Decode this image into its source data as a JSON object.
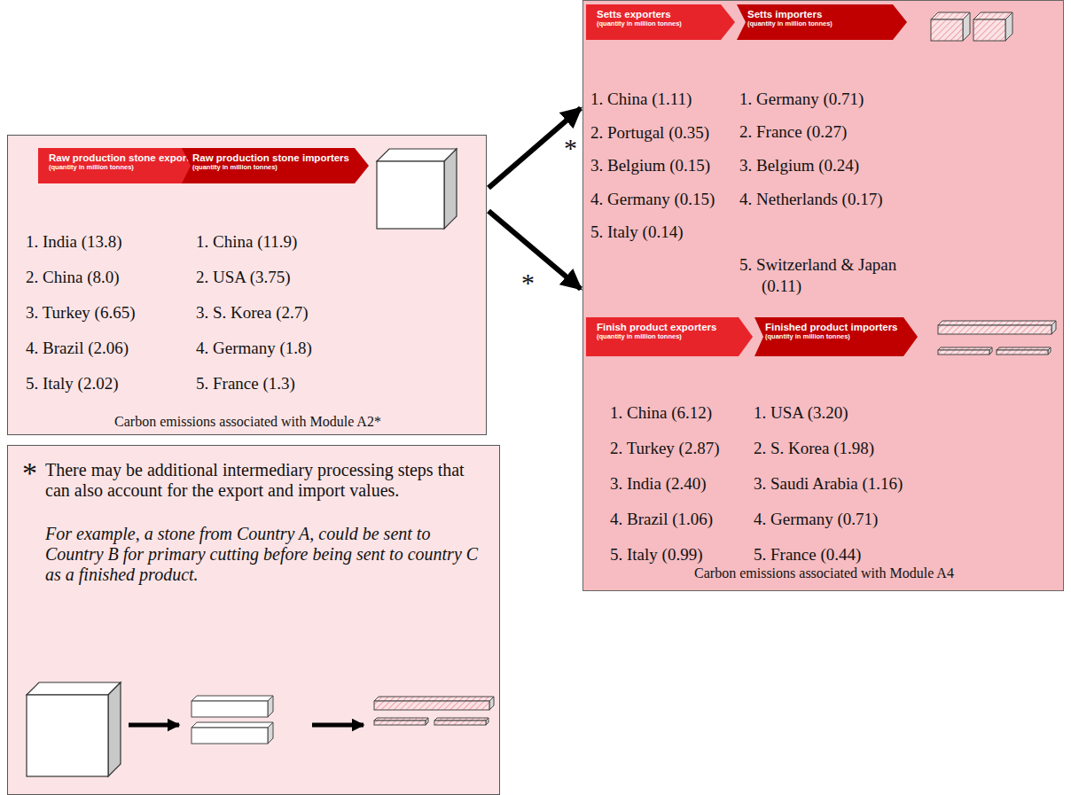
{
  "diagram": {
    "nodes": [
      {
        "text": [
          "1. India (13.8)",
          "2. China (8.0)",
          "3. Turkey (6.65)",
          "4. Brazil (2.06)",
          "5. Italy (2.02)",
          "1. China (11.9)",
          "2. USA (3.75)",
          "3. S. Korea (2.7)",
          "4. Germany (1.8)",
          "5. France (1.3)",
          "Carbon emissions associated with Module A2*"
        ]
      },
      {
        "text": [
          "Raw production stone exporters",
          "(quantity in million tonnes)"
        ],
        "in": 0
      },
      {
        "text": [
          "Raw production stone importers",
          "(quantity in million tonnes)"
        ],
        "in": 0
      },
      {
        "text": [
          "1. China (1.11)",
          "2. Portugal (0.35)",
          "3. Belgium (0.15)",
          "4. Germany (0.15)",
          "5. Italy (0.14)",
          "1. Germany (0.71)",
          "2. France (0.27)",
          "3. Belgium (0.24)",
          "4. Netherlands (0.17)",
          "5. Switzerland & Japan (0.11)",
          "1. China (6.12)",
          "2. Turkey (2.87)",
          "3. India (2.40)",
          "4. Brazil (1.06)",
          "5. Italy (0.99)",
          "1. USA (3.20)",
          "2. S. Korea (1.98)",
          "3. Saudi Arabia (1.16)",
          "4. Germany (0.71)",
          "5. France (0.44)",
          "Carbon emissions associated with Module A4"
        ]
      },
      {
        "text": [
          "Setts exporters",
          "(quantity in million tonnes)"
        ],
        "in": 3
      },
      {
        "text": [
          "Setts importers",
          "(quantity in million tonnes)"
        ],
        "in": 3
      },
      {
        "text": [
          "Finish product exporters",
          "(quantity in million tonnes)"
        ],
        "in": 3
      },
      {
        "text": [
          "Finished product importers",
          "(quantity in million tonnes)"
        ],
        "in": 3
      },
      {
        "text": [
          "*",
          "There may be additional intermediary processing steps that can also account for the export and import values.",
          "For example, a stone from Country A, could be sent to Country B for primary cutting before being sent to country C as a finished product."
        ]
      }
    ],
    "edges": [
      {
        "from": 0,
        "to": 3,
        "label": "*",
        "arrow": "to"
      },
      {
        "from": 0,
        "to": 3,
        "label": "*",
        "arrow": "to"
      }
    ]
  }
}
